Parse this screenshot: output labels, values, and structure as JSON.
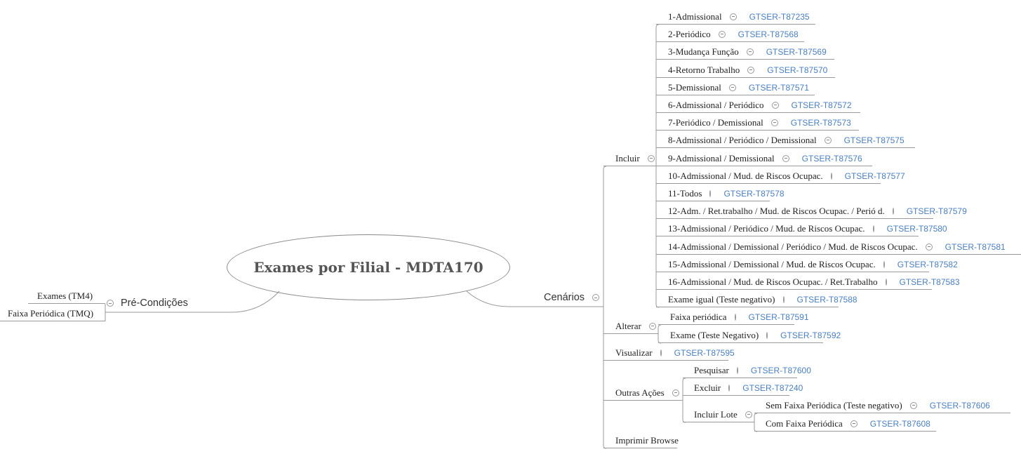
{
  "title": "Exames por Filial - MDTA170",
  "precondicoes": {
    "label": "Pré-Condições",
    "items": [
      {
        "label": "Exames (TM4)"
      },
      {
        "label": "Faixa Periódica (TMQ)"
      }
    ]
  },
  "cenarios": {
    "label": "Cenários",
    "incluir": {
      "label": "Incluir",
      "items": [
        {
          "label": "1-Admissional",
          "id": "GTSER-T87235"
        },
        {
          "label": "2-Periódico",
          "id": "GTSER-T87568"
        },
        {
          "label": "3-Mudança Função",
          "id": "GTSER-T87569"
        },
        {
          "label": "4-Retorno Trabalho",
          "id": "GTSER-T87570"
        },
        {
          "label": "5-Demissional",
          "id": "GTSER-T87571"
        },
        {
          "label": "6-Admissional / Periódico",
          "id": "GTSER-T87572"
        },
        {
          "label": "7-Periódico / Demissional",
          "id": "GTSER-T87573"
        },
        {
          "label": "8-Admissional / Periódico / Demissional",
          "id": "GTSER-T87575"
        },
        {
          "label": "9-Admissional / Demissional",
          "id": "GTSER-T87576"
        },
        {
          "label": "10-Admissional / Mud. de Riscos Ocupac.",
          "id": "GTSER-T87577"
        },
        {
          "label": "11-Todos",
          "id": "GTSER-T87578"
        },
        {
          "label": "12-Adm. / Ret.trabalho / Mud. de Riscos Ocupac. / Perió d.",
          "id": "GTSER-T87579"
        },
        {
          "label": "13-Admissional / Periódico / Mud. de Riscos Ocupac.",
          "id": "GTSER-T87580"
        },
        {
          "label": "14-Admissional / Demissional / Periódico / Mud. de Riscos Ocupac.",
          "id": "GTSER-T87581"
        },
        {
          "label": "15-Admissional / Demissional / Mud. de Riscos Ocupac.",
          "id": "GTSER-T87582"
        },
        {
          "label": "16-Admissional / Mud. de Riscos Ocupac. /  Ret.Trabalho",
          "id": "GTSER-T87583"
        },
        {
          "label": "Exame igual (Teste negativo)",
          "id": "GTSER-T87588"
        }
      ]
    },
    "alterar": {
      "label": "Alterar",
      "items": [
        {
          "label": "Faixa periódica",
          "id": "GTSER-T87591"
        },
        {
          "label": "Exame (Teste Negativo)",
          "id": "GTSER-T87592"
        }
      ]
    },
    "visualizar": {
      "label": "Visualizar",
      "id": "GTSER-T87595"
    },
    "outras": {
      "label": "Outras Ações",
      "pesquisar": {
        "label": "Pesquisar",
        "id": "GTSER-T87600"
      },
      "excluir": {
        "label": "Excluir",
        "id": "GTSER-T87240"
      },
      "incluir_lote": {
        "label": "Incluir Lote",
        "items": [
          {
            "label": "Sem Faixa Periódica (Teste negativo)",
            "id": "GTSER-T87606"
          },
          {
            "label": "Com Faixa Periódica",
            "id": "GTSER-T87608"
          }
        ]
      }
    },
    "imprimir": {
      "label": "Imprimir Browse"
    }
  },
  "colors": {
    "link": "#4a7fc1",
    "line": "#9a9a9a",
    "title": "#555555"
  }
}
